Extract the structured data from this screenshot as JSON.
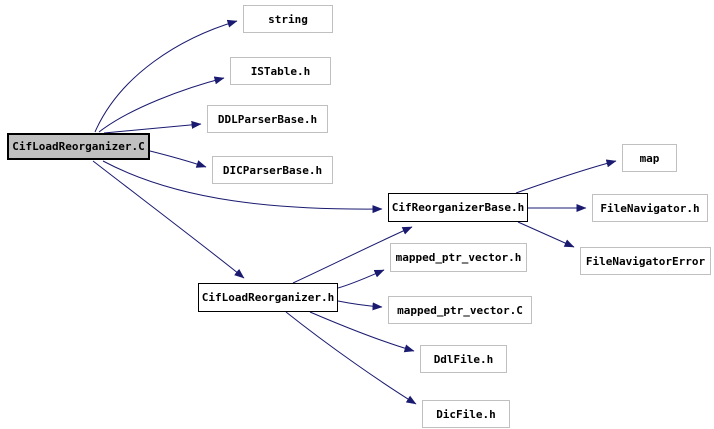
{
  "diagram": {
    "type": "include-dependency-graph",
    "root_file": "CifLoadReorganizer.C",
    "colors": {
      "background": "#ffffff",
      "edge": "#1a1a70",
      "node_fill": "#ffffff",
      "node_border": "#c0c0c0",
      "linked_node_border": "#000000",
      "root_fill": "#c0c0c0",
      "text": "#000000"
    },
    "nodes": {
      "root": {
        "label": "CifLoadReorganizer.C"
      },
      "string": {
        "label": "string"
      },
      "istable": {
        "label": "ISTable.h"
      },
      "ddlparserbase": {
        "label": "DDLParserBase.h"
      },
      "dicparserbase": {
        "label": "DICParserBase.h"
      },
      "cifreorganizerbase": {
        "label": "CifReorganizerBase.h"
      },
      "cifloadreorganizer_h": {
        "label": "CifLoadReorganizer.h"
      },
      "map": {
        "label": "map"
      },
      "filenavigator": {
        "label": "FileNavigator.h"
      },
      "filenavigatorerror": {
        "label": "FileNavigatorError"
      },
      "mapped_ptr_vector_h": {
        "label": "mapped_ptr_vector.h"
      },
      "mapped_ptr_vector_c": {
        "label": "mapped_ptr_vector.C"
      },
      "ddlfile": {
        "label": "DdlFile.h"
      },
      "dicfile": {
        "label": "DicFile.h"
      }
    },
    "edges": [
      {
        "from": "CifLoadReorganizer.C",
        "to": "string"
      },
      {
        "from": "CifLoadReorganizer.C",
        "to": "ISTable.h"
      },
      {
        "from": "CifLoadReorganizer.C",
        "to": "DDLParserBase.h"
      },
      {
        "from": "CifLoadReorganizer.C",
        "to": "DICParserBase.h"
      },
      {
        "from": "CifLoadReorganizer.C",
        "to": "CifReorganizerBase.h"
      },
      {
        "from": "CifLoadReorganizer.C",
        "to": "CifLoadReorganizer.h"
      },
      {
        "from": "CifReorganizerBase.h",
        "to": "map"
      },
      {
        "from": "CifReorganizerBase.h",
        "to": "FileNavigator.h"
      },
      {
        "from": "CifReorganizerBase.h",
        "to": "FileNavigatorError"
      },
      {
        "from": "CifLoadReorganizer.h",
        "to": "CifReorganizerBase.h"
      },
      {
        "from": "CifLoadReorganizer.h",
        "to": "mapped_ptr_vector.h"
      },
      {
        "from": "CifLoadReorganizer.h",
        "to": "mapped_ptr_vector.C"
      },
      {
        "from": "CifLoadReorganizer.h",
        "to": "DdlFile.h"
      },
      {
        "from": "CifLoadReorganizer.h",
        "to": "DicFile.h"
      }
    ]
  }
}
